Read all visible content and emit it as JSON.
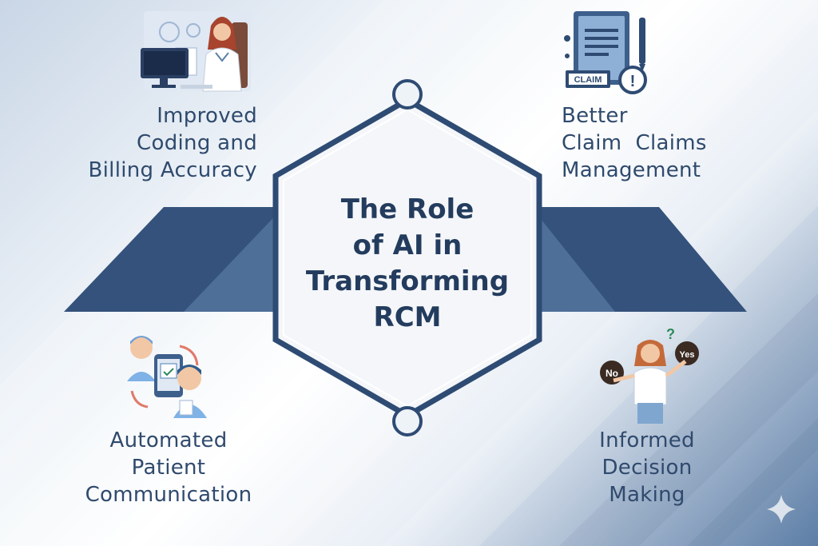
{
  "center": {
    "title_lines": [
      "The Role",
      "of AI in",
      "Transforming",
      "RCM"
    ]
  },
  "labels": {
    "top_left": [
      "Improved",
      "Coding and",
      "Billing Accuracy"
    ],
    "top_right": [
      "Better",
      "Claim  Claims",
      "Management"
    ],
    "bottom_left": [
      "Automated",
      "Patient",
      "Communication"
    ],
    "bottom_right": [
      "Informed",
      "Decision",
      "Making"
    ]
  },
  "icons": {
    "top_left": "doctor-at-computer-icon",
    "top_right": "claim-document-icon",
    "bottom_left": "patient-communication-icon",
    "bottom_right": "decision-woman-icon"
  },
  "icon_text": {
    "claim": "CLAIM",
    "alert": "!",
    "no": "No",
    "yes": "Yes",
    "question": "?"
  },
  "colors": {
    "navy": "#2e4b73",
    "ribbon_dark": "#34527b",
    "ribbon_light": "#4b6b94",
    "text": "#2f4a6d"
  }
}
